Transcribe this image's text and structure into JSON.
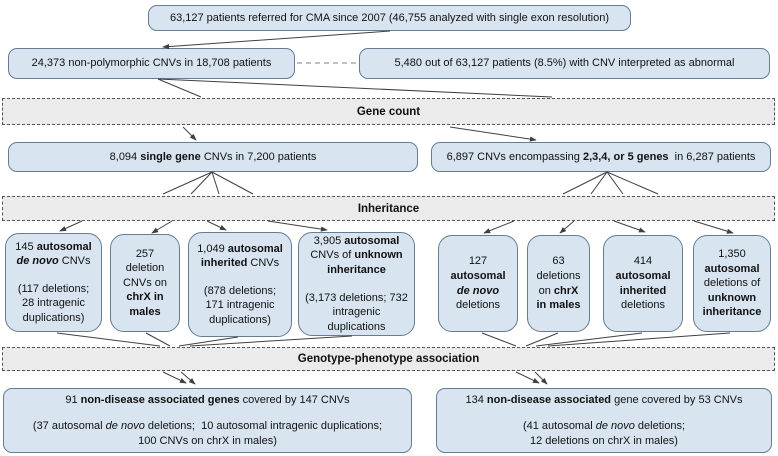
{
  "colors": {
    "box_fill": "#d8e5f1",
    "box_border": "#667c93",
    "band_fill": "#ebebeb",
    "arrow": "#404040"
  },
  "flow": {
    "referral": "63,127 patients referred for CMA since 2007 (46,755 analyzed with single exon resolution)",
    "nonpolymorphic": "24,373 non-polymorphic CNVs in 18,708 patients",
    "abnormal": "5,480 out of 63,127 patients (8.5%) with CNV interpreted as abnormal",
    "bands": {
      "gene_count": "Gene count",
      "inheritance": "Inheritance",
      "genotype": "Genotype-phenotype association"
    },
    "single_gene": [
      {
        "t": "8,094 "
      },
      {
        "t": "single gene",
        "s": "b"
      },
      {
        "t": " CNVs in 7,200 patients"
      }
    ],
    "multi_gene": [
      {
        "t": "6,897 CNVs encompassing "
      },
      {
        "t": "2,3,4, or 5 genes",
        "s": "b"
      },
      {
        "t": "  in 6,287 patients"
      }
    ],
    "inheritance_boxes": [
      {
        "main": [
          {
            "t": "145 "
          },
          {
            "t": "autosomal",
            "s": "b"
          },
          {
            "t": " "
          },
          {
            "t": "de novo",
            "s": "bi"
          },
          {
            "t": " CNVs"
          }
        ],
        "sub": [
          {
            "t": "(117 deletions; 28 intragenic duplications)"
          }
        ]
      },
      {
        "main": [
          {
            "t": "257 deletion CNVs on "
          },
          {
            "t": "chrX in males",
            "s": "b"
          }
        ],
        "sub": []
      },
      {
        "main": [
          {
            "t": "1,049 "
          },
          {
            "t": "autosomal inherited",
            "s": "b"
          },
          {
            "t": " CNVs"
          }
        ],
        "sub": [
          {
            "t": "(878 deletions; 171 intragenic duplications)"
          }
        ]
      },
      {
        "main": [
          {
            "t": "3,905 "
          },
          {
            "t": "autosomal",
            "s": "b"
          },
          {
            "t": " CNVs of "
          },
          {
            "t": "unknown inheritance",
            "s": "b"
          }
        ],
        "sub": [
          {
            "t": "(3,173 deletions; 732 intragenic duplications"
          }
        ]
      },
      {
        "main": [
          {
            "t": "127 "
          },
          {
            "t": "autosomal",
            "s": "b"
          },
          {
            "t": " "
          },
          {
            "t": "de novo",
            "s": "bi"
          },
          {
            "t": " deletions"
          }
        ],
        "sub": []
      },
      {
        "main": [
          {
            "t": "63 deletions on "
          },
          {
            "t": "chrX in males",
            "s": "b"
          }
        ],
        "sub": []
      },
      {
        "main": [
          {
            "t": "414 "
          },
          {
            "t": "autosomal inherited",
            "s": "b"
          },
          {
            "t": " deletions"
          }
        ],
        "sub": []
      },
      {
        "main": [
          {
            "t": "1,350 "
          },
          {
            "t": "autosomal",
            "s": "b"
          },
          {
            "t": " deletions of "
          },
          {
            "t": "unknown inheritance",
            "s": "b"
          }
        ],
        "sub": []
      }
    ],
    "association_left": {
      "main": [
        {
          "t": "91 "
        },
        {
          "t": "non-disease associated genes",
          "s": "b"
        },
        {
          "t": " covered by 147 CNVs"
        }
      ],
      "sub": [
        {
          "t": "(37 autosomal "
        },
        {
          "t": "de novo",
          "s": "i"
        },
        {
          "t": " deletions;  10 autosomal intragenic duplications;\n100 CNVs on chrX in males)"
        }
      ]
    },
    "association_right": {
      "main": [
        {
          "t": "134 "
        },
        {
          "t": "non-disease associated",
          "s": "b"
        },
        {
          "t": " gene covered by 53 CNVs"
        }
      ],
      "sub": [
        {
          "t": "(41 autosomal "
        },
        {
          "t": "de novo",
          "s": "i"
        },
        {
          "t": " deletions;\n12 deletions on chrX in males)"
        }
      ]
    }
  }
}
